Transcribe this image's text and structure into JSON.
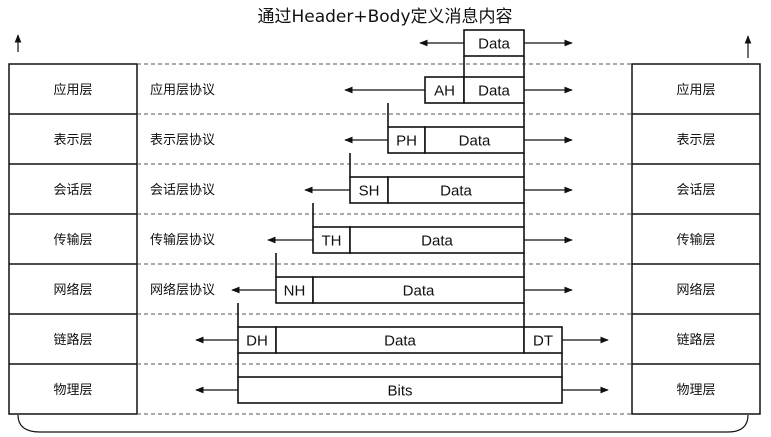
{
  "title": "通过Header+Body定义消息内容",
  "layers": [
    {
      "name": "应用层",
      "protocol": "应用层协议",
      "header": "AH",
      "payload": "Data"
    },
    {
      "name": "表示层",
      "protocol": "表示层协议",
      "header": "PH",
      "payload": "Data"
    },
    {
      "name": "会话层",
      "protocol": "会话层协议",
      "header": "SH",
      "payload": "Data"
    },
    {
      "name": "传输层",
      "protocol": "传输层协议",
      "header": "TH",
      "payload": "Data"
    },
    {
      "name": "网络层",
      "protocol": "网络层协议",
      "header": "NH",
      "payload": "Data"
    },
    {
      "name": "链路层",
      "protocol": "",
      "header": "DH",
      "payload": "Data",
      "trailer": "DT"
    },
    {
      "name": "物理层",
      "protocol": "",
      "header": "",
      "payload": "Bits"
    }
  ],
  "top_payload": "Data"
}
